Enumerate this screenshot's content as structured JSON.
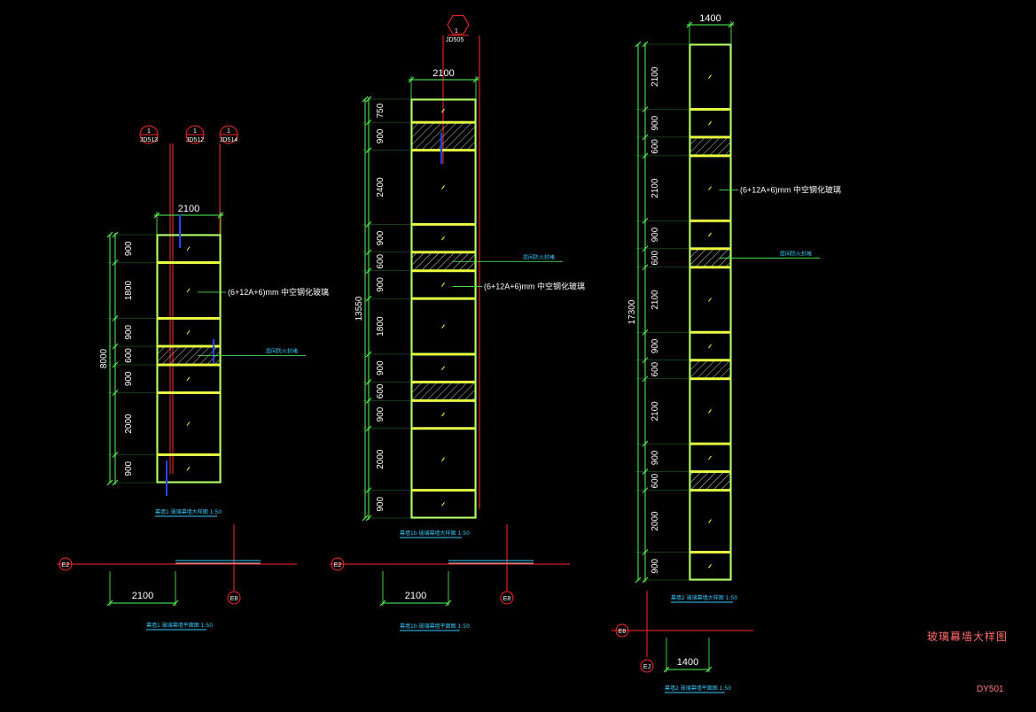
{
  "sheet": {
    "title": "玻璃幕墙大样图",
    "number": "DY501"
  },
  "colors": {
    "background": "#000000",
    "outline": "#b5ff6a",
    "divider": "#ffff33",
    "axis": "#ff2a2a",
    "dimension": "#55ff55",
    "caption": "#33ccff"
  },
  "views": [
    {
      "id": "a",
      "width_label": "2100",
      "total_label": "8000",
      "row_labels": [
        "900",
        "1800",
        "900",
        "600",
        "900",
        "2000",
        "900"
      ],
      "callouts": [
        {
          "num": "1",
          "ref": "JD513"
        },
        {
          "num": "1",
          "ref": "JD512"
        },
        {
          "num": "1",
          "ref": "JD514"
        }
      ],
      "glass_note": "(6+12A+6)mm 中空钢化玻璃",
      "panel_note": "层间防火封堵",
      "elevation_caption": "幕墙1 玻璃幕墙大样图 1:50",
      "plan_caption": "幕墙1 玻璃幕墙平面图 1:50",
      "plan_dim": "2100",
      "plan_axis_left": "E2",
      "plan_axis_right": "E8"
    },
    {
      "id": "b",
      "width_label": "2100",
      "total_label": "13550",
      "row_labels": [
        "750",
        "900",
        "2400",
        "900",
        "600",
        "900",
        "1800",
        "900",
        "600",
        "900",
        "2000",
        "900"
      ],
      "callouts": [
        {
          "num": "1",
          "ref": "JD505"
        }
      ],
      "glass_note": "(6+12A+6)mm 中空钢化玻璃",
      "panel_note": "层间防火封堵",
      "elevation_caption": "幕墙1b 玻璃幕墙大样图 1:50",
      "plan_caption": "幕墙1b 玻璃幕墙平面图 1:50",
      "plan_dim": "2100",
      "plan_axis_left": "E2",
      "plan_axis_right": "E8"
    },
    {
      "id": "c",
      "width_label": "1400",
      "total_label": "17300",
      "row_labels": [
        "2100",
        "900",
        "600",
        "2100",
        "900",
        "600",
        "2100",
        "900",
        "600",
        "2100",
        "900",
        "600",
        "2000",
        "900"
      ],
      "callouts": [],
      "glass_note": "(6+12A+6)mm 中空钢化玻璃",
      "panel_note": "层间防火封堵",
      "elevation_caption": "幕墙2 玻璃幕墙大样图 1:50",
      "plan_caption": "幕墙2 玻璃幕墙平面图 1:50",
      "plan_dim": "1400",
      "plan_axis_left": "E8",
      "plan_axis_right": "EJ"
    }
  ]
}
